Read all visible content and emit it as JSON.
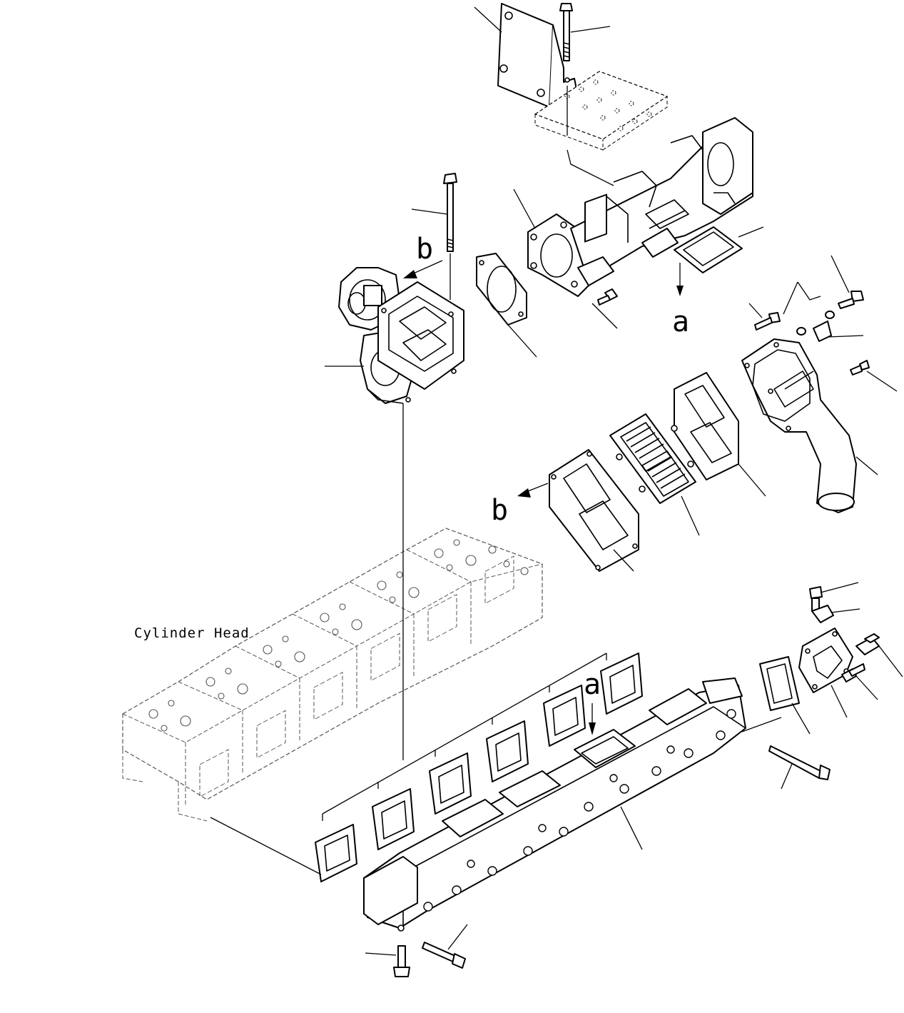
{
  "labels": {
    "ref_a_top": "a",
    "ref_a_bottom": "a",
    "ref_b_top": "b",
    "ref_b_bottom": "b",
    "cylinder_head": "Cylinder Head"
  }
}
